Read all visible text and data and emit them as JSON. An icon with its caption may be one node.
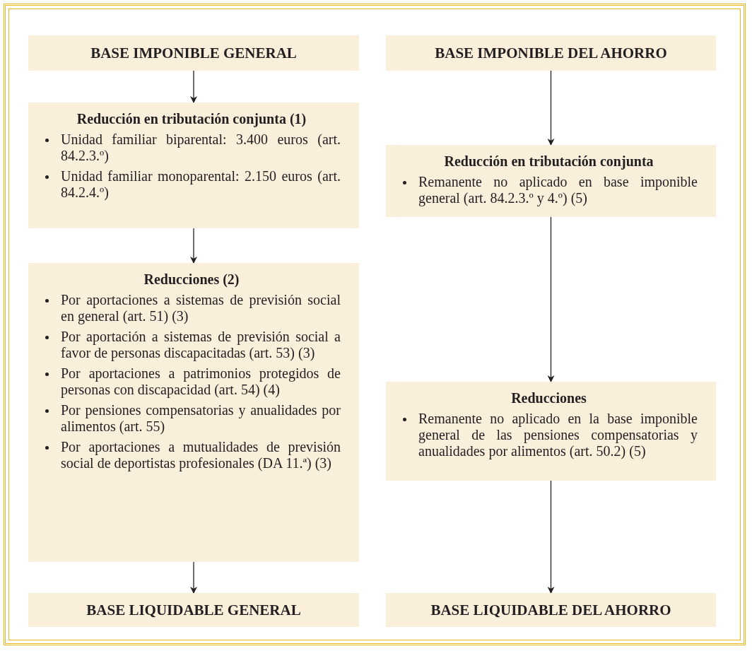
{
  "diagram": {
    "nodes": [
      {
        "text": [
          "BASE IMPONIBLE GENERAL"
        ]
      },
      {
        "text": [
          "Reducción en tributación conjunta (1)",
          "Unidad familiar biparental: 3.400 euros (art. 84.2.3.º)",
          "Unidad familiar monoparental: 2.150 euros (art. 84.2.4.º)"
        ]
      },
      {
        "text": [
          "Reducciones (2)",
          "Por aportaciones a sistemas de previsión social en general (art. 51) (3)",
          "Por aportación a sistemas de previsión social a favor de personas discapacitadas (art. 53) (3)",
          "Por aportaciones a patrimonios protegidos de personas con discapacidad (art. 54) (4)",
          "Por pensiones compensatorias y anualidades por alimentos (art. 55)",
          "Por aportaciones a mutualidades de previsión social de deportistas profesionales (DA 11.ª) (3)"
        ]
      },
      {
        "text": [
          "BASE LIQUIDABLE GENERAL"
        ]
      },
      {
        "text": [
          "BASE IMPONIBLE DEL AHORRO"
        ]
      },
      {
        "text": [
          "Reducción en tributación conjunta",
          "Remanente no aplicado en base imponible general (art. 84.2.3.º y 4.º) (5)"
        ]
      },
      {
        "text": [
          "Reducciones",
          "Remanente no aplicado en la base imponible general de las pensiones compensatorias y anualidades por alimentos (art. 50.2) (5)"
        ]
      },
      {
        "text": [
          "BASE LIQUIDABLE DEL AHORRO"
        ]
      }
    ],
    "edges": [
      {
        "from": 0,
        "to": 1,
        "arrow": "to"
      },
      {
        "from": 1,
        "to": 2,
        "arrow": "to"
      },
      {
        "from": 2,
        "to": 3,
        "arrow": "to"
      },
      {
        "from": 4,
        "to": 5,
        "arrow": "to"
      },
      {
        "from": 5,
        "to": 6,
        "arrow": "to"
      },
      {
        "from": 6,
        "to": 7,
        "arrow": "to"
      }
    ]
  }
}
